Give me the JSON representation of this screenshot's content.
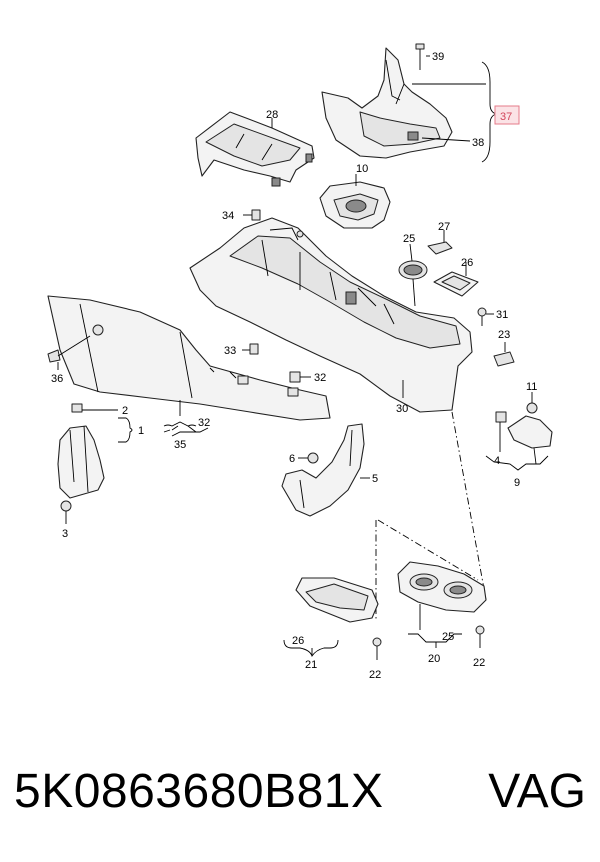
{
  "labels": {
    "l1": "1",
    "l2": "2",
    "l3": "3",
    "l4": "4",
    "l5": "5",
    "l6": "6",
    "l9": "9",
    "l10": "10",
    "l11": "11",
    "l20": "20",
    "l21": "21",
    "l22a": "22",
    "l22b": "22",
    "l23": "23",
    "l25a": "25",
    "l25b": "25",
    "l26a": "26",
    "l26b": "26",
    "l27": "27",
    "l28": "28",
    "l30": "30",
    "l31": "31",
    "l32a": "32",
    "l32b": "32",
    "l33": "33",
    "l34": "34",
    "l35": "35",
    "l36": "36",
    "l37": "37",
    "l38": "38",
    "l39": "39"
  },
  "highlight": {
    "label": "37",
    "color": "#e57b8a"
  },
  "footer": {
    "part_number": "5K0863680B81X",
    "brand": "VAG"
  }
}
